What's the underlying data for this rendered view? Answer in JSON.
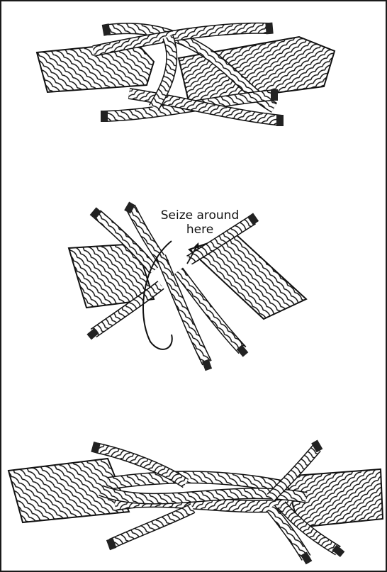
{
  "steps": [
    {
      "id": "step-1"
    },
    {
      "id": "step-2",
      "annotation": {
        "line1": "Seize around",
        "line2": "here"
      }
    },
    {
      "id": "step-3"
    }
  ]
}
